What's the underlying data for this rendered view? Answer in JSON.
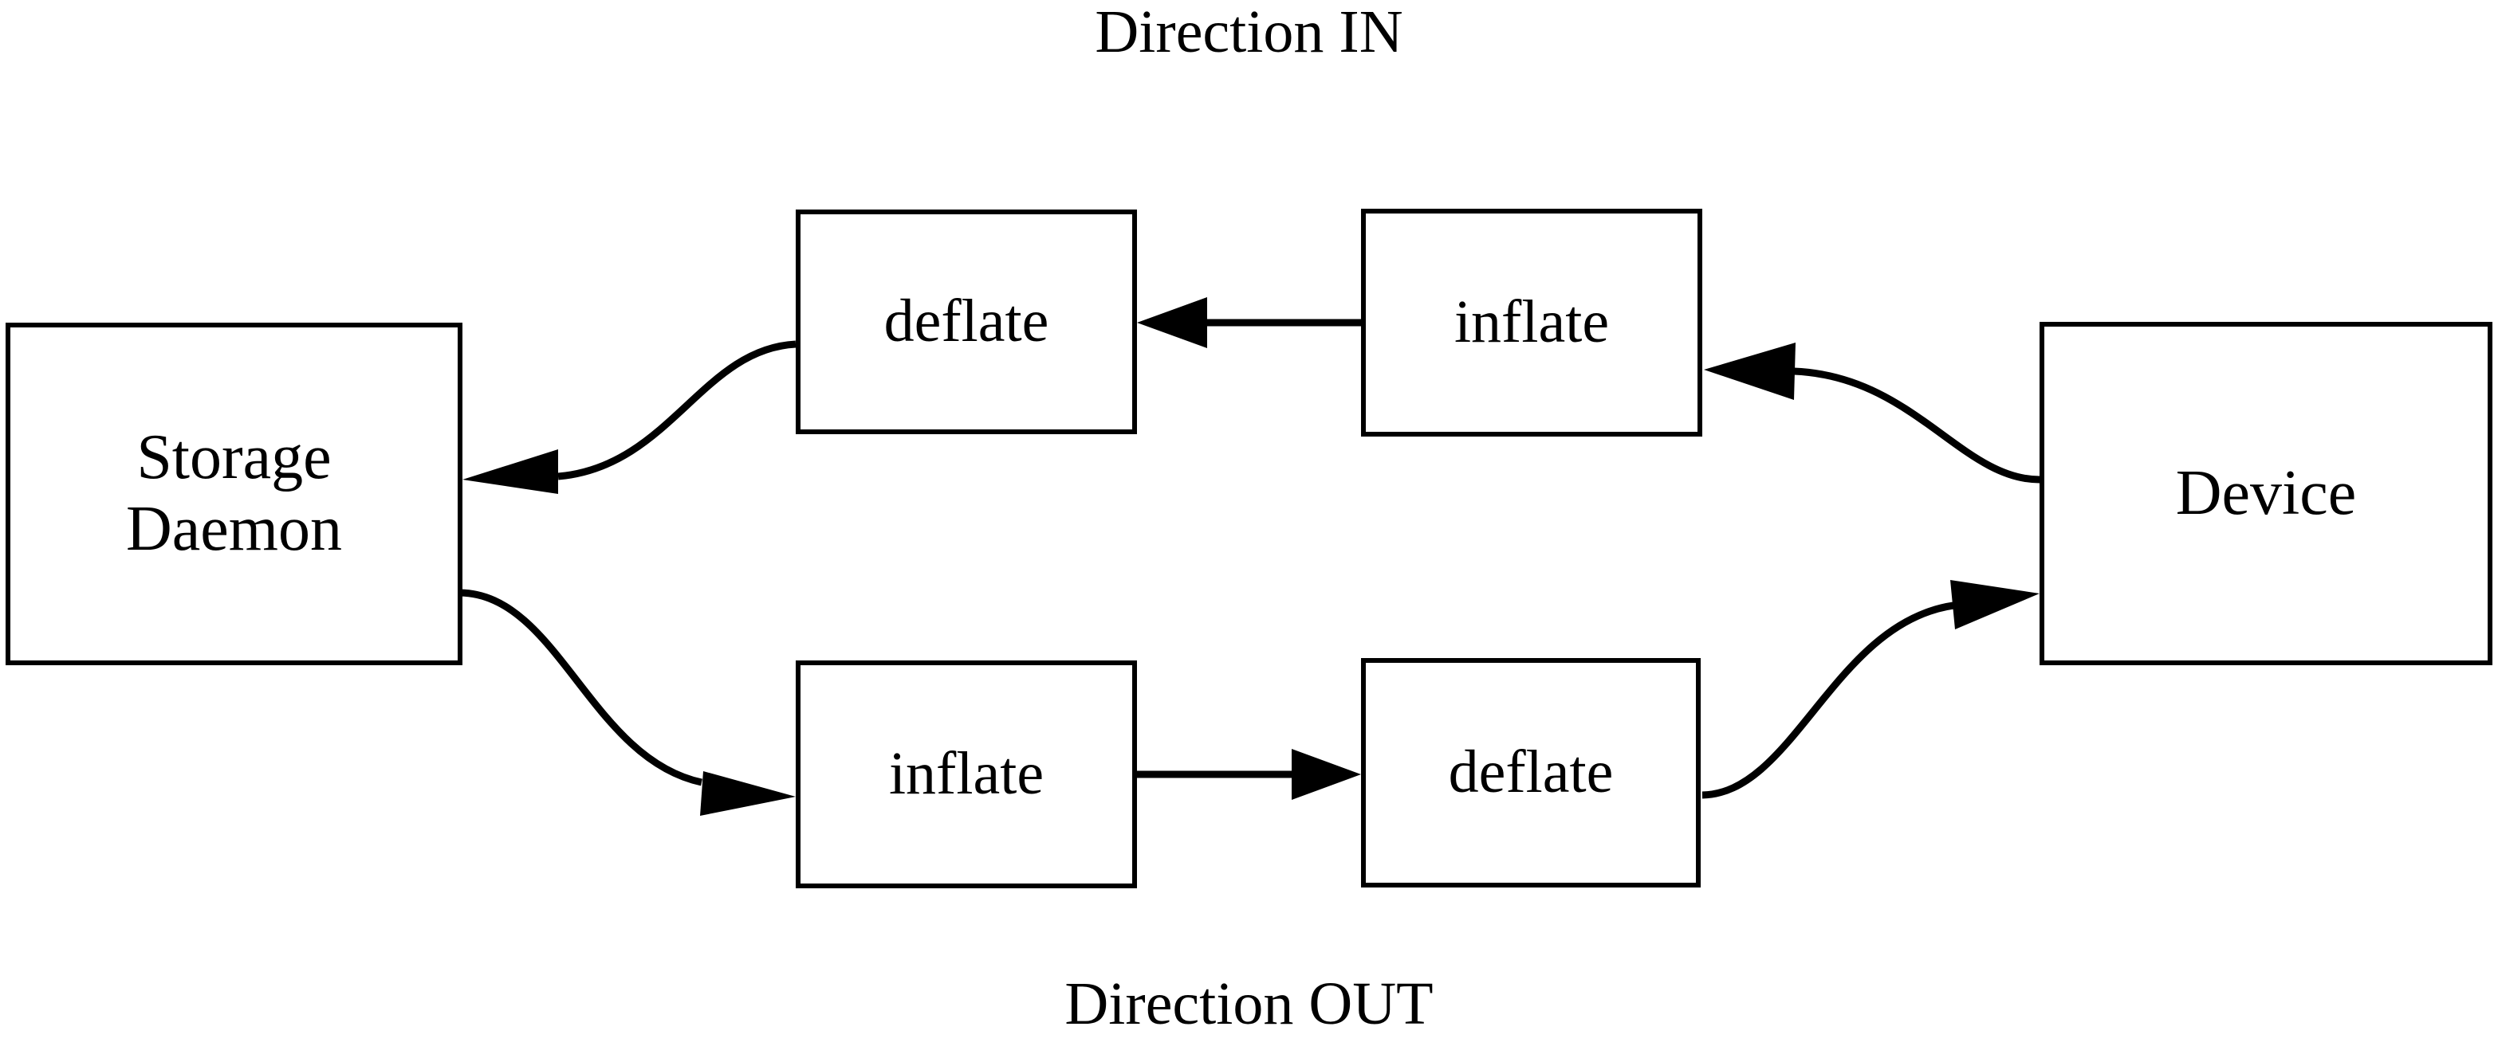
{
  "diagram": {
    "title_top": "Direction IN",
    "title_bottom": "Direction OUT",
    "colors": {
      "background": "#ffffff",
      "stroke": "#000000",
      "text": "#000000",
      "node_fill": "#ffffff"
    },
    "nodes": [
      {
        "id": "storage-daemon",
        "label_line1": "Storage",
        "label_line2": "Daemon"
      },
      {
        "id": "device",
        "label_line1": "Device",
        "label_line2": ""
      },
      {
        "id": "deflate-in",
        "label_line1": "deflate",
        "label_line2": ""
      },
      {
        "id": "inflate-in",
        "label_line1": "inflate",
        "label_line2": ""
      },
      {
        "id": "inflate-out",
        "label_line1": "inflate",
        "label_line2": ""
      },
      {
        "id": "deflate-out",
        "label_line1": "deflate",
        "label_line2": ""
      }
    ],
    "edges": [
      {
        "id": "device-to-inflate-in",
        "from": "device",
        "to": "inflate-in",
        "style": "curved",
        "arrowhead": "left"
      },
      {
        "id": "inflate-in-to-deflate-in",
        "from": "inflate-in",
        "to": "deflate-in",
        "style": "straight",
        "arrowhead": "left"
      },
      {
        "id": "deflate-in-to-storage",
        "from": "deflate-in",
        "to": "storage-daemon",
        "style": "curved",
        "arrowhead": "left"
      },
      {
        "id": "storage-to-inflate-out",
        "from": "storage-daemon",
        "to": "inflate-out",
        "style": "curved",
        "arrowhead": "right"
      },
      {
        "id": "inflate-out-to-deflate-out",
        "from": "inflate-out",
        "to": "deflate-out",
        "style": "straight",
        "arrowhead": "right"
      },
      {
        "id": "deflate-out-to-device",
        "from": "deflate-out",
        "to": "device",
        "style": "curved",
        "arrowhead": "right"
      }
    ]
  }
}
